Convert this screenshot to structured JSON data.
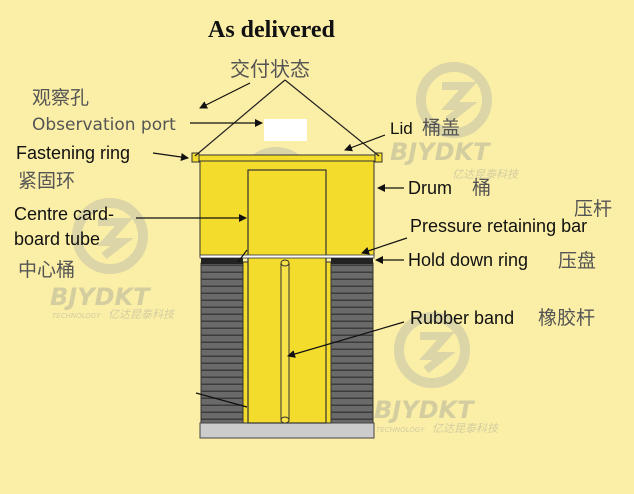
{
  "title": "As delivered",
  "title_cn": "交付状态",
  "labels": {
    "observation_port_cn": "观察孔",
    "observation_port": "Observation port",
    "lid": "Lid",
    "lid_cn": "桶盖",
    "fastening_ring": "Fastening ring",
    "fastening_ring_cn": "紧固环",
    "drum": "Drum",
    "drum_cn": "桶",
    "centre_tube_line1": "Centre card-",
    "centre_tube_line2": "board tube",
    "centre_tube_cn": "中心桶",
    "pressure_bar_cn": "压杆",
    "pressure_bar": "Pressure retaining bar",
    "hold_down_ring": "Hold down ring",
    "hold_down_ring_cn": "压盘",
    "rubber_band": "Rubber band",
    "rubber_band_cn": "橡胶杆"
  },
  "watermark": {
    "brand": "BJYDKT",
    "sub": "TECHNOLOGY",
    "cn": "亿达昆泰科技"
  },
  "colors": {
    "background": "#fbeea6",
    "drum_yellow": "#f3dc2c",
    "drum_outline": "#333333",
    "coil_gray": "#666666",
    "base_gray": "#cccccc"
  }
}
